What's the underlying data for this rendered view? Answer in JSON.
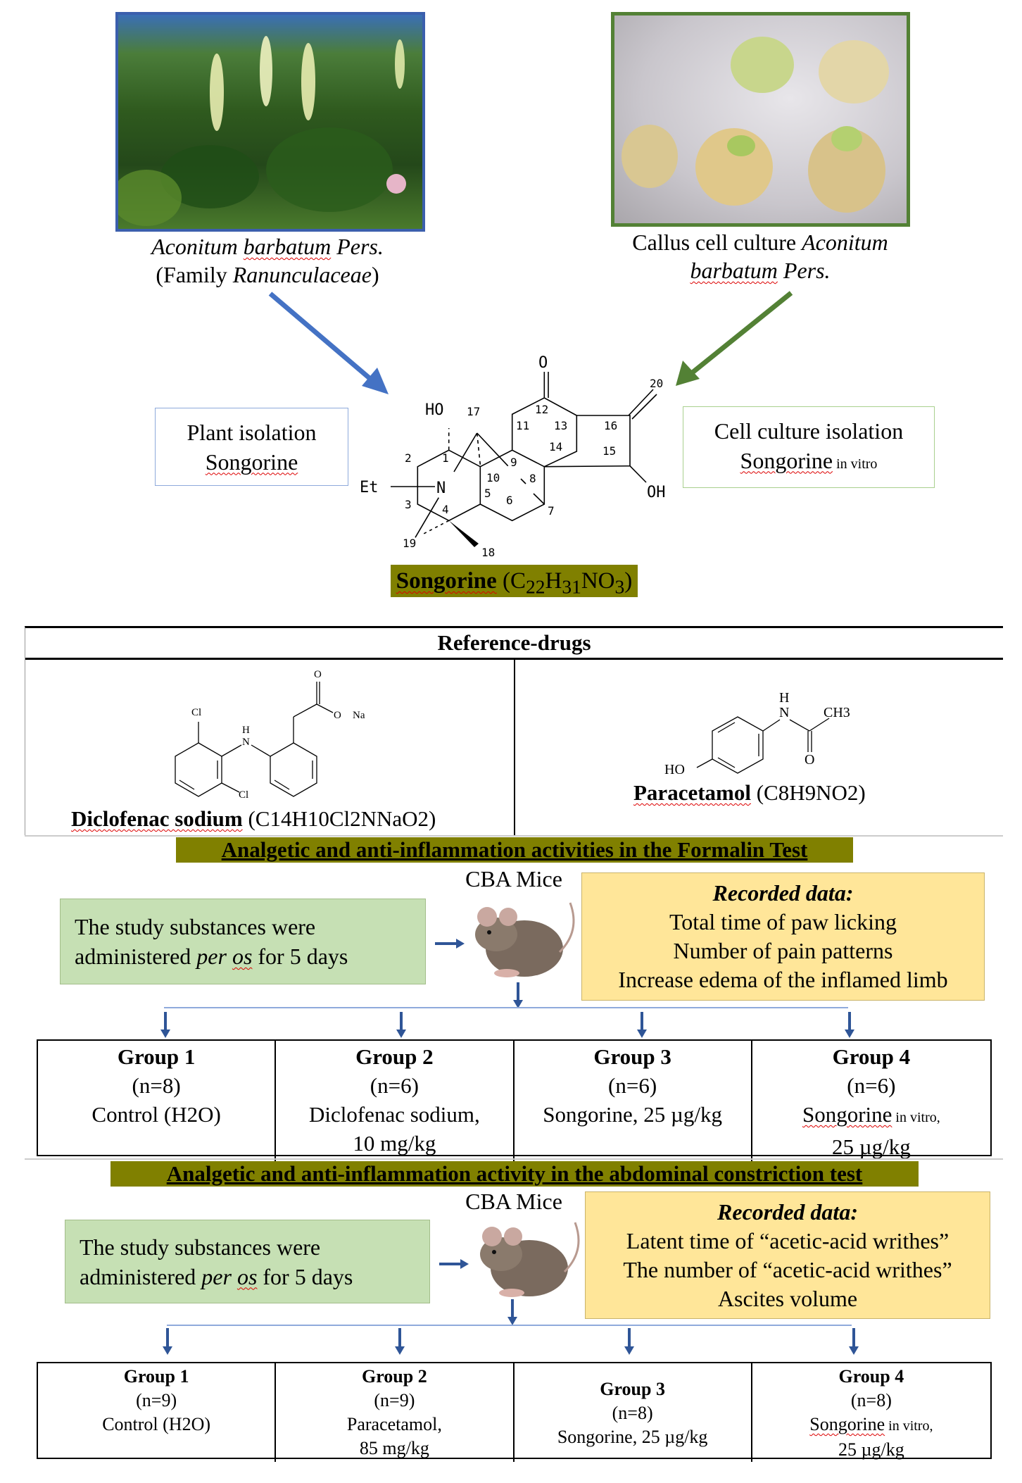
{
  "top": {
    "plant_caption": {
      "species": "Aconitum barbatum",
      "species_part1": "Aconitum ",
      "species_part2": "barbatum",
      "author": " Pers.",
      "family_prefix": "(Family ",
      "family": "Ranunculaceae",
      "family_suffix": ")"
    },
    "culture_caption": {
      "prefix": "Callus cell culture ",
      "genus": "Aconitum",
      "species": "barbatum",
      "author": " Pers."
    },
    "plant_isolation": {
      "line1": "Plant isolation",
      "line2": "Songorine"
    },
    "cell_isolation": {
      "line1": "Cell culture isolation",
      "line2": "Songorine",
      "suffix": " in vitro"
    },
    "compound": {
      "name": "Songorine",
      "formula_open": " (C",
      "c": "22",
      "h": "H",
      "hn": "31",
      "rest": "NO",
      "on": "3",
      "close": ")"
    },
    "molecule_labels": {
      "ho": "HO",
      "oh": "OH",
      "o": "O",
      "et": "Et",
      "n": "N",
      "numbers": [
        "1",
        "2",
        "3",
        "4",
        "5",
        "6",
        "7",
        "8",
        "9",
        "10",
        "11",
        "12",
        "13",
        "14",
        "15",
        "16",
        "17",
        "18",
        "19",
        "20"
      ]
    },
    "colors": {
      "blue_arrow": "#4472c4",
      "green_arrow": "#538135",
      "olive": "#808000",
      "green_box": "#c6e0b4",
      "yellow_box": "#ffe699"
    }
  },
  "reference": {
    "header": "Reference-drugs",
    "diclofenac": {
      "name": "Diclofenac sodium",
      "formula": "(C14H10Cl2NNaO2)",
      "atoms": {
        "cl": "Cl",
        "h": "H",
        "n": "N",
        "o": "O",
        "o_minus": "O",
        "na": "Na"
      }
    },
    "paracetamol": {
      "name": "Paracetamol",
      "formula": "(C8H9NO2)",
      "atoms": {
        "h": "H",
        "n": "N",
        "ch3": "CH3",
        "o": "O",
        "ho": "HO"
      }
    }
  },
  "formalin": {
    "title": "Analgetic and anti-inflammation activities in the Formalin Test",
    "mice": "CBA Mice",
    "admin": {
      "line1": "The study substances were",
      "line2_pre": "administered ",
      "per": "per",
      "os": "os",
      "line2_post": " for 5 days"
    },
    "recorded": {
      "title": "Recorded data:",
      "items": [
        "Total time of paw licking",
        "Number of pain patterns",
        "Increase edema of the inflamed limb"
      ]
    },
    "groups": [
      {
        "title": "Group 1",
        "n": "(n=8)",
        "line1": "Control (H2O)",
        "line2": ""
      },
      {
        "title": "Group 2",
        "n": "(n=6)",
        "line1": "Diclofenac sodium,",
        "line2": "10 mg/kg"
      },
      {
        "title": "Group 3",
        "n": "(n=6)",
        "line1": "Songorine, 25 µg/kg",
        "line2": ""
      },
      {
        "title": "Group 4",
        "n": "(n=6)",
        "line1": "Songorine",
        "line1_suffix": " in vitro,",
        "line2": "25 µg/kg"
      }
    ]
  },
  "abdominal": {
    "title": "Analgetic and anti-inflammation activity in the abdominal constriction  test",
    "mice": "CBA Mice",
    "admin": {
      "line1": "The study substances were",
      "line2_pre": "administered ",
      "per": "per",
      "os": "os",
      "line2_post": " for 5 days"
    },
    "recorded": {
      "title": "Recorded data:",
      "items": [
        "Latent time of “acetic-acid writhes”",
        "The number of “acetic-acid writhes”",
        "Ascites volume"
      ]
    },
    "groups": [
      {
        "title": "Group 1",
        "n": "(n=9)",
        "line1": "Control (H2O)",
        "line2": ""
      },
      {
        "title": "Group 2",
        "n": "(n=9)",
        "line1": "Paracetamol,",
        "line2": "85 mg/kg"
      },
      {
        "title": "Group 3",
        "n": "(n=8)",
        "line1": "Songorine, 25 µg/kg",
        "line2": ""
      },
      {
        "title": "Group 4",
        "n": "(n=8)",
        "line1": "Songorine",
        "line1_suffix": " in vitro,",
        "line2": "25 µg/kg"
      }
    ]
  }
}
